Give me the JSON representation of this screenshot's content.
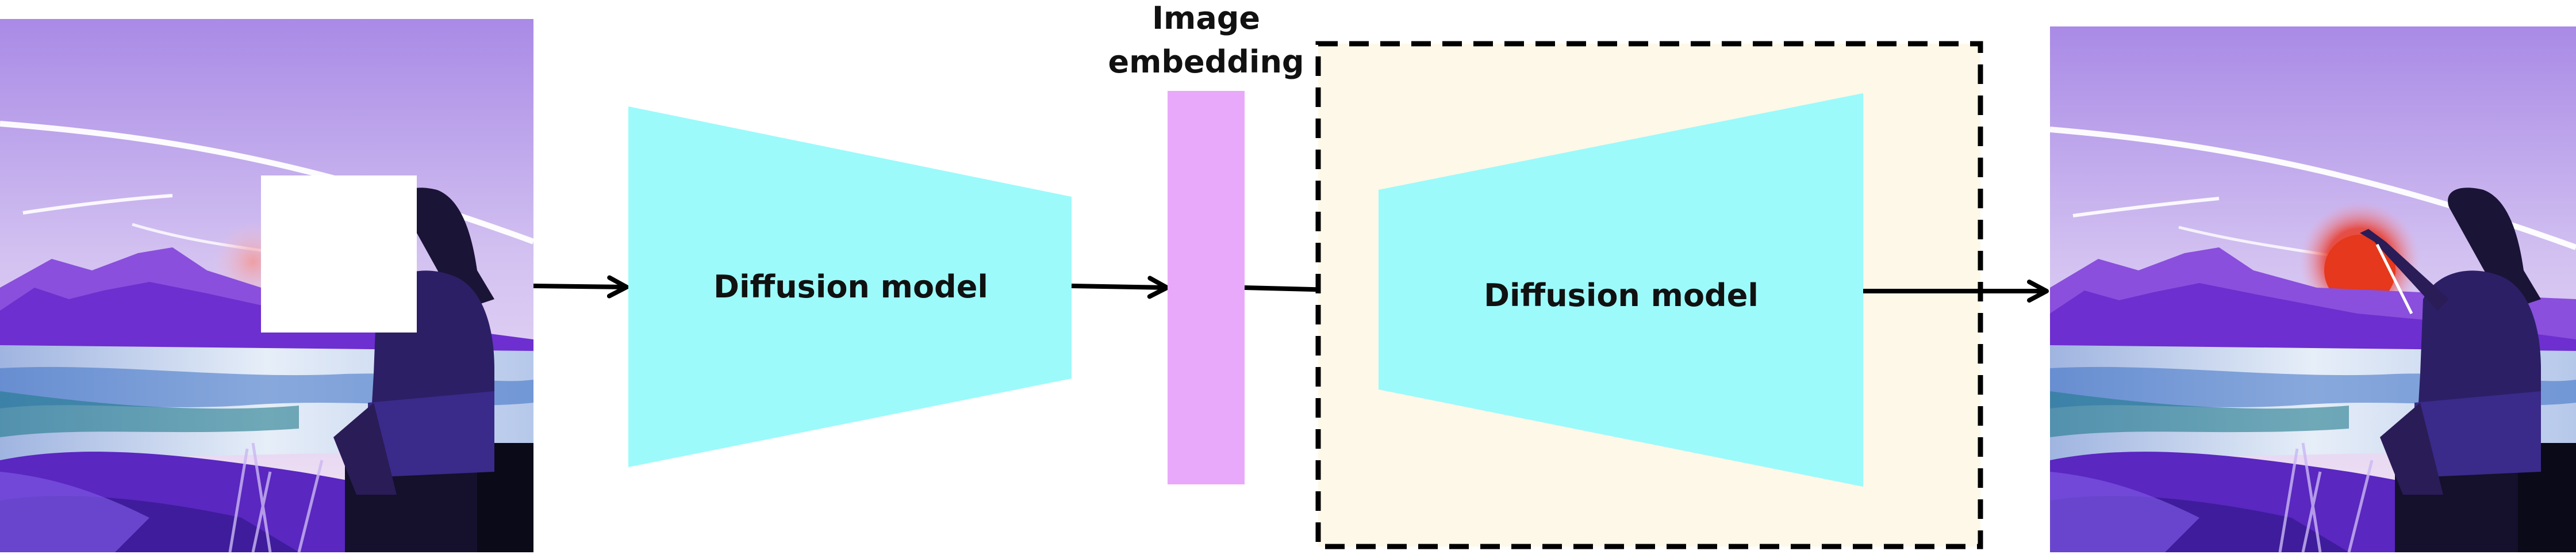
{
  "diagram": {
    "input_image": {
      "name": "masked-input-image",
      "description_visible": ""
    },
    "encoder": {
      "label": "Diffusion model"
    },
    "embedding": {
      "label_line1": "Image",
      "label_line2": "embedding"
    },
    "decoder": {
      "label": "Diffusion model"
    },
    "output_image": {
      "name": "inpainted-output-image"
    },
    "colors": {
      "model_fill": "#9cfafb",
      "embedding_fill": "#e9a9fa",
      "frame_fill": "#fdf8e8",
      "arrow": "#000000",
      "sky_top": "#a98ae6",
      "sky_bottom": "#efe4f6",
      "mountain": "#7a3fd2",
      "water": "#c3d4ec",
      "figure": "#2a1c56",
      "mask": "#ffffff",
      "sun": "#e53a1e"
    }
  }
}
